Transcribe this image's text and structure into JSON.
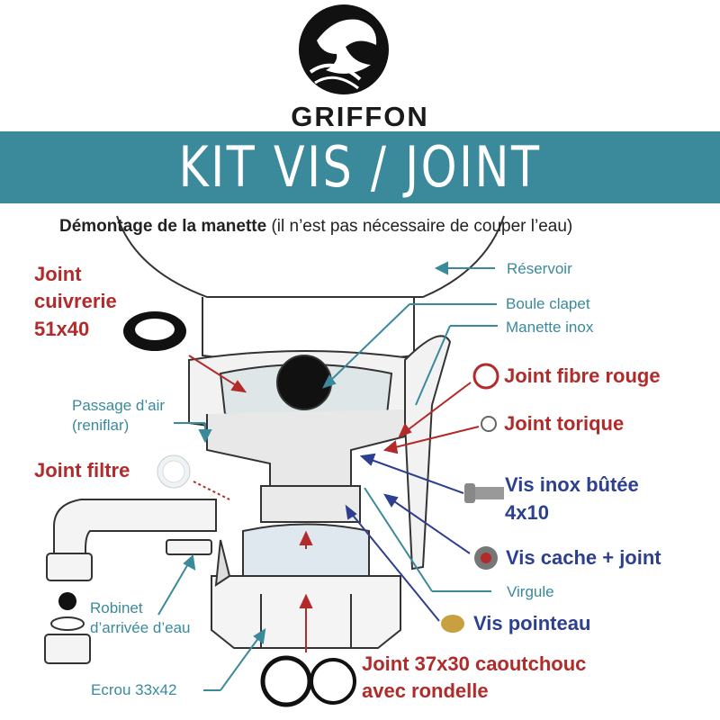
{
  "brand": {
    "name": "GRIFFON",
    "logo_icon": "griffon-head-logo"
  },
  "banner": {
    "title": "KIT VIS / JOINT",
    "color": "#3a8a9c"
  },
  "subtitle": {
    "bold": "Démontage de la manette",
    "normal": "(il n’est pas nécessaire de couper l’eau)"
  },
  "colors": {
    "teal": "#3a8a9c",
    "red": "#b22a2a",
    "blue": "#2d3f8f"
  },
  "labels": {
    "reservoir": "Réservoir",
    "boule_clapet": "Boule clapet",
    "manette_inox": "Manette inox",
    "passage_air_1": "Passage d’air",
    "passage_air_2": "(reniflar)",
    "robinet_1": "Robinet",
    "robinet_2": "d’arrivée d’eau",
    "ecrou": "Ecrou 33x42",
    "virgule": "Virgule"
  },
  "parts": {
    "joint_cuivrerie_1": "Joint",
    "joint_cuivrerie_2": "cuivrerie",
    "joint_cuivrerie_3": "51x40",
    "joint_fibre_rouge": "Joint fibre rouge",
    "joint_torique": "Joint torique",
    "vis_inox_1": "Vis inox bûtée",
    "vis_inox_2": "4x10",
    "joint_filtre": "Joint filtre",
    "vis_cache": "Vis cache + joint",
    "vis_pointeau": "Vis pointeau",
    "joint_caoutchouc_1": "Joint 37x30 caoutchouc",
    "joint_caoutchouc_2": "avec rondelle"
  }
}
